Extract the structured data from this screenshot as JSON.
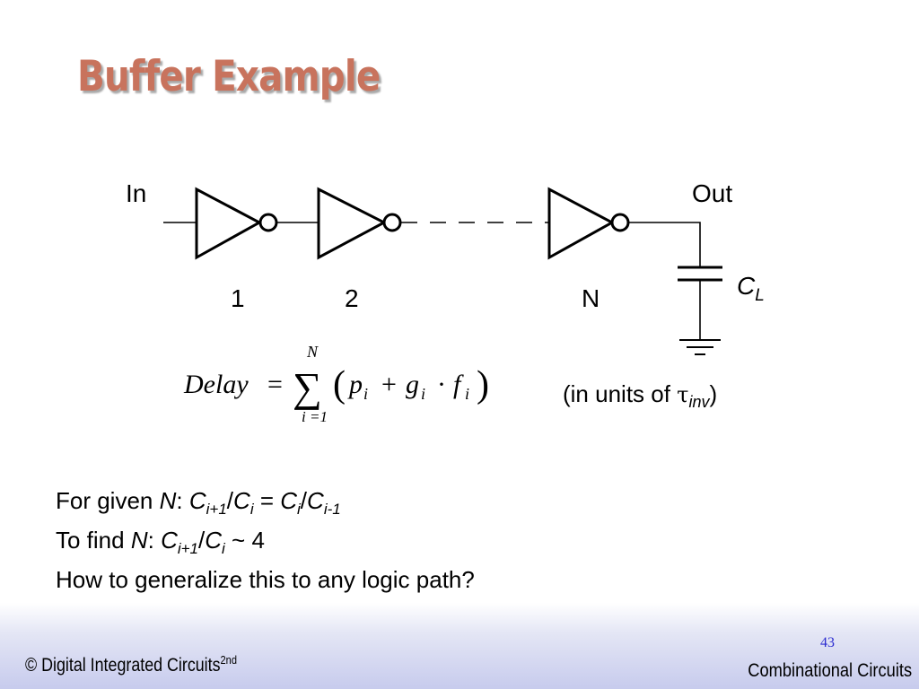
{
  "title": "Buffer Example",
  "circuit": {
    "input_label": "In",
    "output_label": "Out",
    "stage_labels": [
      "1",
      "2",
      "N"
    ],
    "load_cap_main": "C",
    "load_cap_sub": "L"
  },
  "equation": {
    "lhs": "Delay",
    "equals": "=",
    "sum_upper": "N",
    "sum_lower": "i =1",
    "sigma": "∑",
    "open_paren": "(",
    "close_paren": ")",
    "p": "p",
    "g": "g",
    "f": "f",
    "index": "i",
    "plus": "+",
    "dot": "·"
  },
  "units_note": {
    "prefix": "(in units of ",
    "tau": "τ",
    "subscript": "inv",
    "suffix": ")"
  },
  "notes": {
    "line1": {
      "lead": "For given ",
      "n": "N",
      "colon": ": ",
      "c1": "C",
      "s1": "i+1",
      "slash1": "/",
      "c2": "C",
      "s2": "i",
      "equals": " = ",
      "c3": "C",
      "s3": "i",
      "slash2": "/",
      "c4": "C",
      "s4": "i-1"
    },
    "line2": {
      "lead": "To find ",
      "n": "N",
      "colon": ": ",
      "c1": "C",
      "s1": "i+1",
      "slash": "/",
      "c2": "C",
      "s2": "i",
      "tail": " ~ 4"
    },
    "line3": "How to generalize this to any logic path?"
  },
  "footer": {
    "copyright": "© Digital Integrated Circuits",
    "edition": "2nd",
    "page_number": "43",
    "section": "Combinational Circuits"
  },
  "colors": {
    "title": "#c8735d",
    "page_number": "#2b2bd0",
    "footer_band": "#c7cbed"
  }
}
